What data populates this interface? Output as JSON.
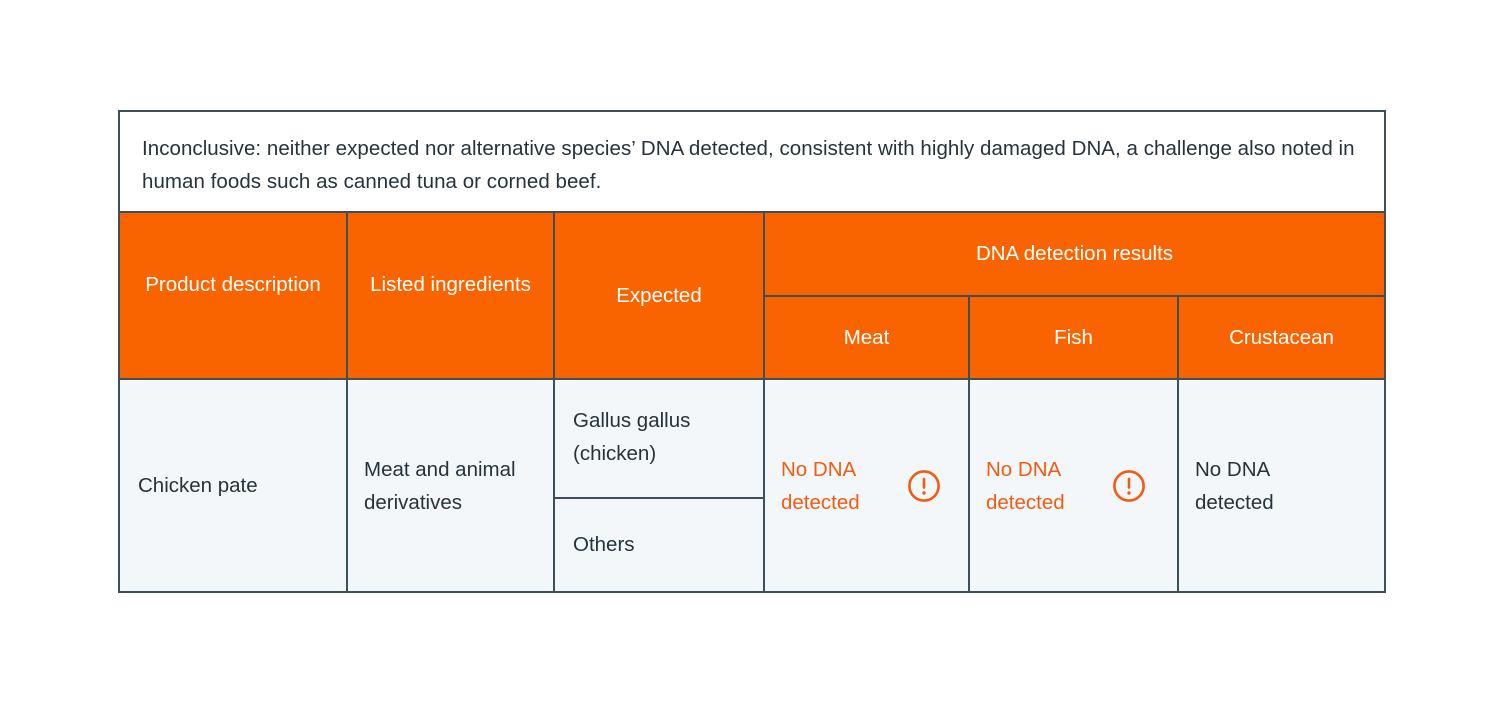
{
  "table": {
    "caption": "Inconclusive: neither expected nor alternative species’ DNA detected, consistent with highly damaged DNA, a challenge also noted in human foods such as canned tuna or corned beef.",
    "colors": {
      "header_background": "#f96400",
      "header_text": "#ffffff",
      "body_background": "#f4f7fa",
      "body_text": "#27333a",
      "alert_text": "#f25c12",
      "border": "#3d5059"
    },
    "headers": {
      "product_description": "Product description",
      "listed_ingredients": "Listed ingredients",
      "expected": "Expected",
      "results_group": "DNA detection results",
      "results_columns": [
        "Meat",
        "Fish",
        "Crustacean"
      ]
    },
    "rows": [
      {
        "product_description": "Chicken pate",
        "listed_ingredients": "Meat and animal derivatives",
        "expected": [
          "Gallus gallus (chicken)",
          "Others"
        ],
        "results": [
          {
            "column": "Meat",
            "value": "No DNA detected",
            "alert": true,
            "icon": "warning-circle-icon"
          },
          {
            "column": "Fish",
            "value": "No DNA detected",
            "alert": true,
            "icon": "warning-circle-icon"
          },
          {
            "column": "Crustacean",
            "value": "No DNA detected",
            "alert": false,
            "icon": null
          }
        ]
      }
    ]
  }
}
